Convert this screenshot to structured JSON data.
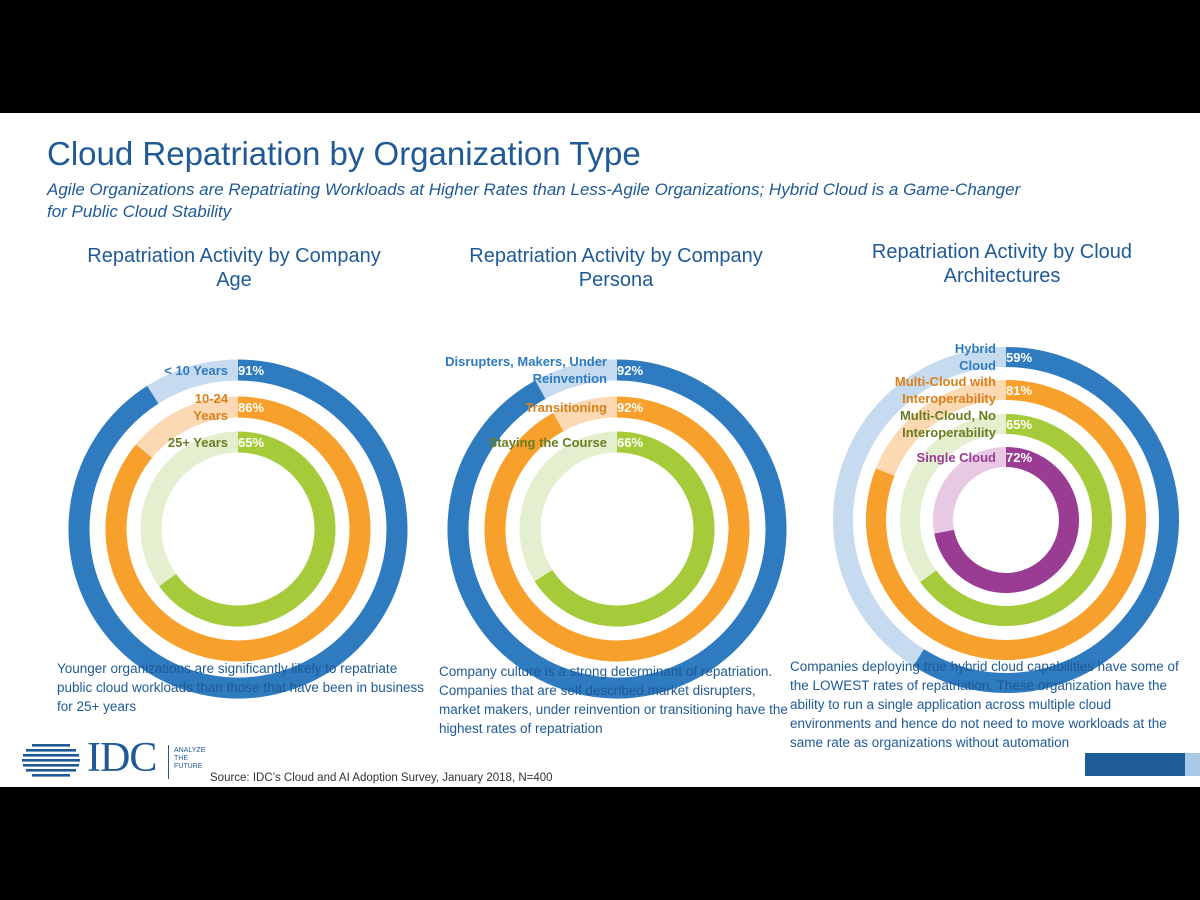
{
  "slide": {
    "title": "Cloud Repatriation by Organization Type",
    "subtitle": "Agile Organizations are Repatriating Workloads at Higher Rates than Less-Agile Organizations; Hybrid Cloud is a Game-Changer for Public Cloud Stability",
    "source": "Source: IDC’s Cloud and AI Adoption Survey, January 2018, N=400",
    "logo": {
      "text": "IDC",
      "tagline": [
        "ANALYZE",
        "THE",
        "FUTURE"
      ]
    }
  },
  "chart_data": [
    {
      "type": "donut",
      "title": "Repatriation Activity by Company Age",
      "series": [
        {
          "name": "< 10 Years",
          "value": 91,
          "label": "91%",
          "color": "#2f7bbf",
          "track": "#c6dbef",
          "label_color": "#2f7bbf"
        },
        {
          "name": "10-24 Years",
          "value": 86,
          "label": "86%",
          "color": "#f7a02b",
          "track": "#fcd9b3",
          "label_color": "#d9801a"
        },
        {
          "name": "25+ Years",
          "value": 65,
          "label": "65%",
          "color": "#a6cb3a",
          "track": "#e4efcf",
          "label_color": "#6b7d22"
        }
      ],
      "description": "Younger organizations are significantly likely to repatriate public cloud workloads than those that have been in business for 25+ years"
    },
    {
      "type": "donut",
      "title": "Repatriation Activity by Company Persona",
      "series": [
        {
          "name": "Disrupters, Makers, Under Reinvention",
          "value": 92,
          "label": "92%",
          "color": "#2f7bbf",
          "track": "#c6dbef",
          "label_color": "#2f7bbf"
        },
        {
          "name": "Transitioning",
          "value": 92,
          "label": "92%",
          "color": "#f7a02b",
          "track": "#fcd9b3",
          "label_color": "#d9801a"
        },
        {
          "name": "Staying the Course",
          "value": 66,
          "label": "66%",
          "color": "#a6cb3a",
          "track": "#e4efcf",
          "label_color": "#6b7d22"
        }
      ],
      "description": "Company culture is a strong determinant of repatriation. Companies that are self described market disrupters, market makers, under reinvention or transitioning have the highest rates of repatriation"
    },
    {
      "type": "donut",
      "title": "Repatriation Activity by Cloud Architectures",
      "series": [
        {
          "name": "Hybrid Cloud",
          "value": 59,
          "label": "59%",
          "color": "#2f7bbf",
          "track": "#c6dbef",
          "label_color": "#2f7bbf"
        },
        {
          "name": "Multi-Cloud with Interoperability",
          "value": 81,
          "label": "81%",
          "color": "#f7a02b",
          "track": "#fcd9b3",
          "label_color": "#d9801a"
        },
        {
          "name": "Multi-Cloud, No Interoperability",
          "value": 65,
          "label": "65%",
          "color": "#a6cb3a",
          "track": "#e4efcf",
          "label_color": "#6b7d22"
        },
        {
          "name": "Single Cloud",
          "value": 72,
          "label": "72%",
          "color": "#9b3c94",
          "track": "#e7c9e4",
          "label_color": "#9b3c94"
        }
      ],
      "description": "Companies deploying true hybrid cloud capabilities have some of the LOWEST rates of repatriation.  These organization have the ability to run a single application across multiple cloud environments and hence do not need to move workloads at the same rate as organizations without automation"
    }
  ]
}
